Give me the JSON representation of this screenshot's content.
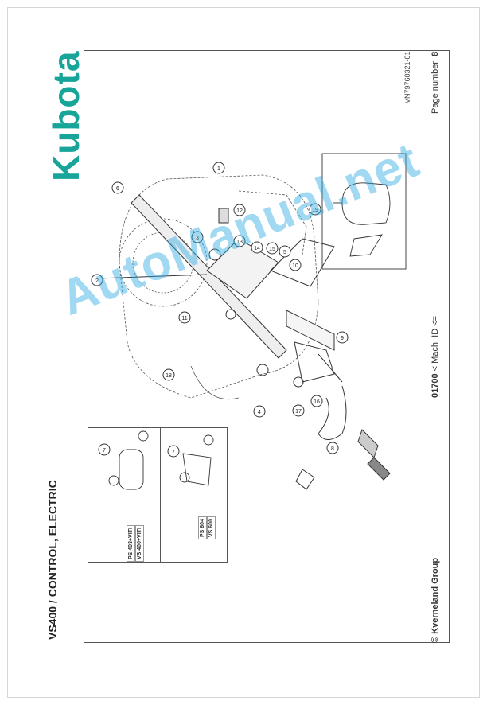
{
  "brand": {
    "logo_text": "Kubota",
    "logo_color": "#17a59a"
  },
  "document": {
    "title": "VS400 / CONTROL, ELECTRIC",
    "doc_id": "VN79760321-01",
    "page_label": "Page number:",
    "page_number": "8",
    "mach_prefix": "01700",
    "mach_suffix": "< Mach. ID <=",
    "copyright": "© Kverneland Group"
  },
  "variants": [
    {
      "lines": [
        "PS 403+VITI",
        "VS 400+VITI"
      ],
      "callout": "7"
    },
    {
      "lines": [
        "PS 604",
        "VS 600"
      ],
      "callout": "7"
    }
  ],
  "callouts": [
    "1",
    "2",
    "3",
    "4",
    "5",
    "6",
    "8",
    "9",
    "10",
    "11",
    "12",
    "13",
    "14",
    "15",
    "16",
    "17",
    "18",
    "19"
  ],
  "watermark": {
    "text": "AutoManual.net",
    "color": "#2daae1"
  },
  "colors": {
    "frame": "#555555",
    "line": "#333333"
  }
}
